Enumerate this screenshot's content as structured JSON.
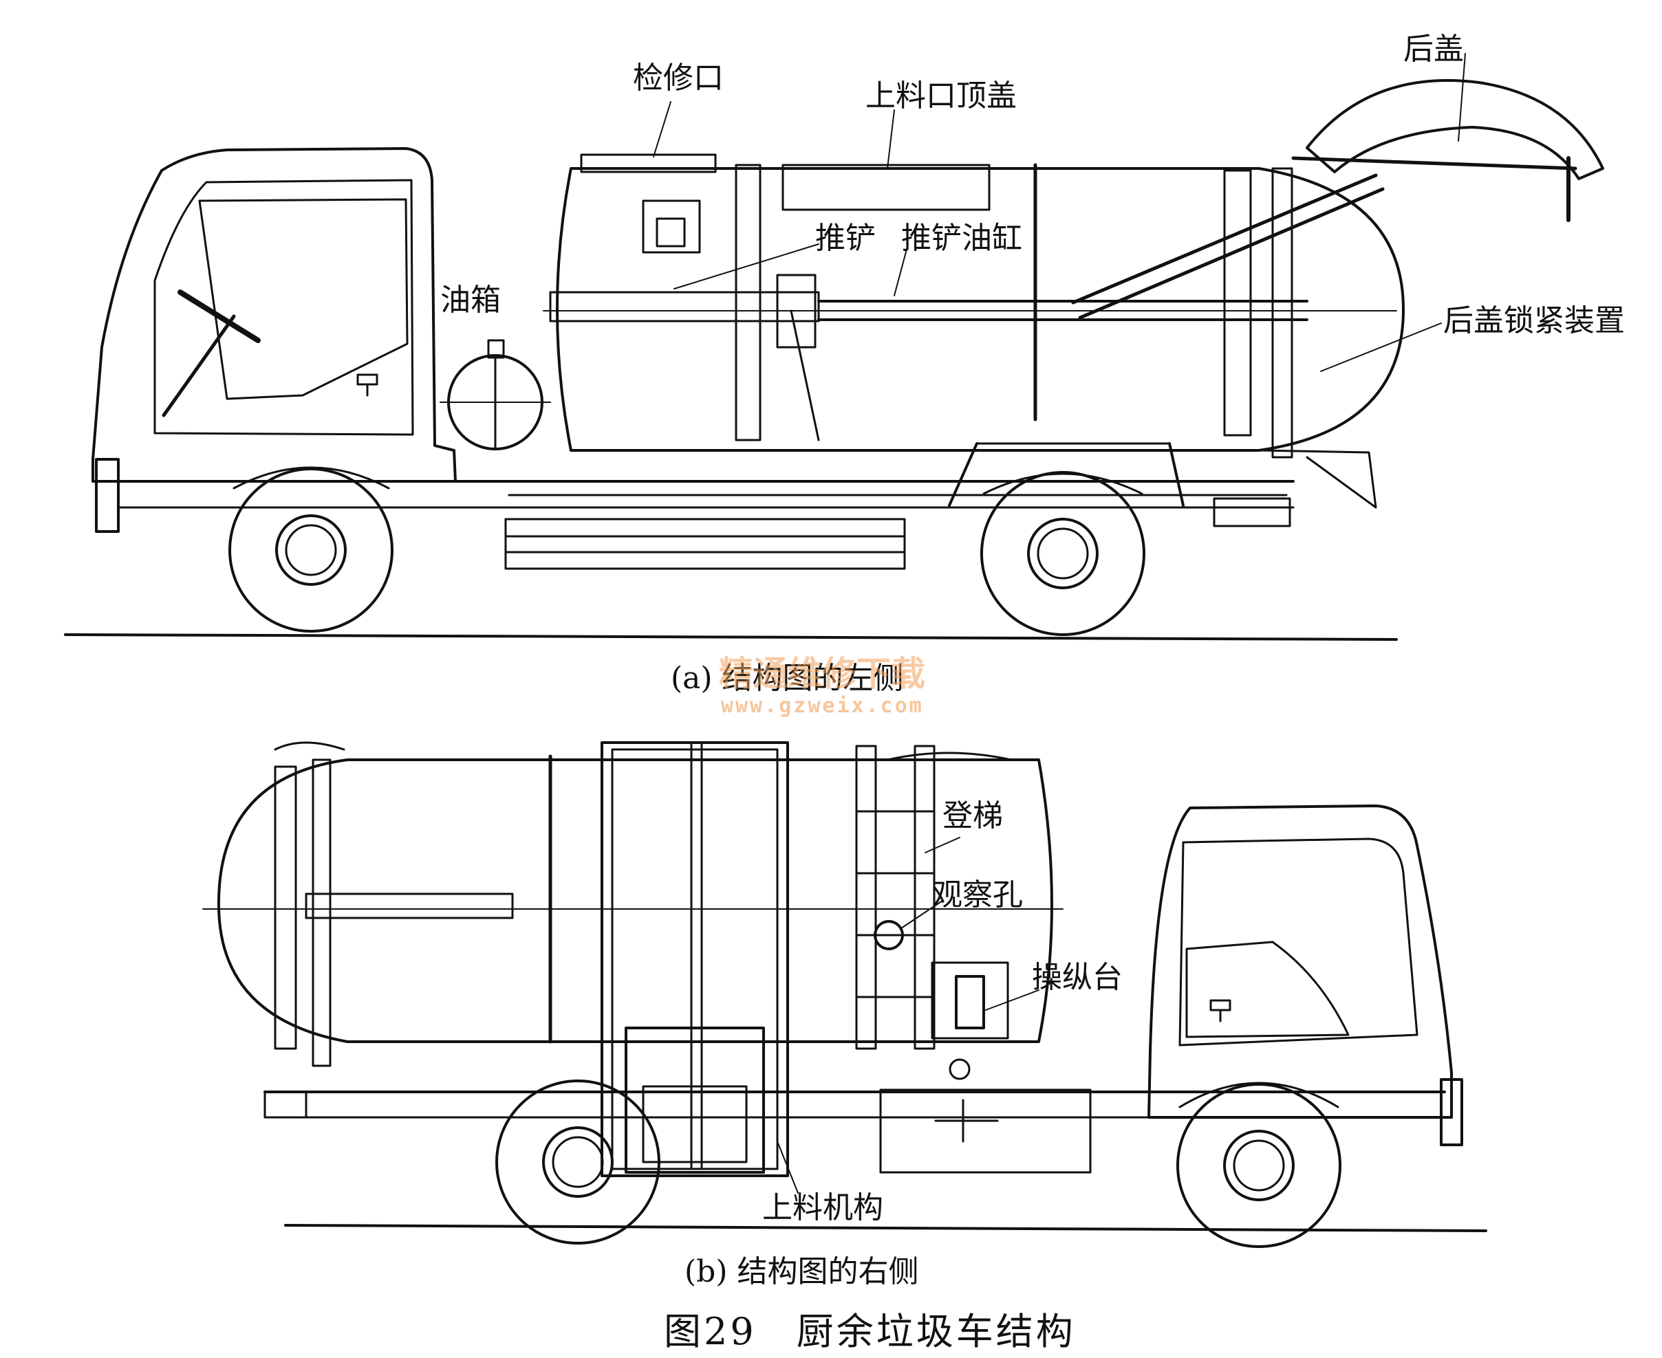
{
  "diagram_a": {
    "labels": {
      "inspection_port": "检修口",
      "loading_top_cover": "上料口顶盖",
      "rear_cover": "后盖",
      "push_plate": "推铲",
      "push_cylinder": "推铲油缸",
      "fuel_tank": "油箱",
      "rear_cover_lock": "后盖锁紧装置"
    },
    "caption": "(a) 结构图的左侧"
  },
  "diagram_b": {
    "labels": {
      "ladder": "登梯",
      "sight_hole": "观察孔",
      "console": "操纵台",
      "loading_mechanism": "上料机构"
    },
    "caption": "(b) 结构图的右侧"
  },
  "figure_caption": "图29　厨余垃圾车结构",
  "watermark": {
    "line1": "精通维修下载",
    "line2": "www.gzweix.com"
  }
}
